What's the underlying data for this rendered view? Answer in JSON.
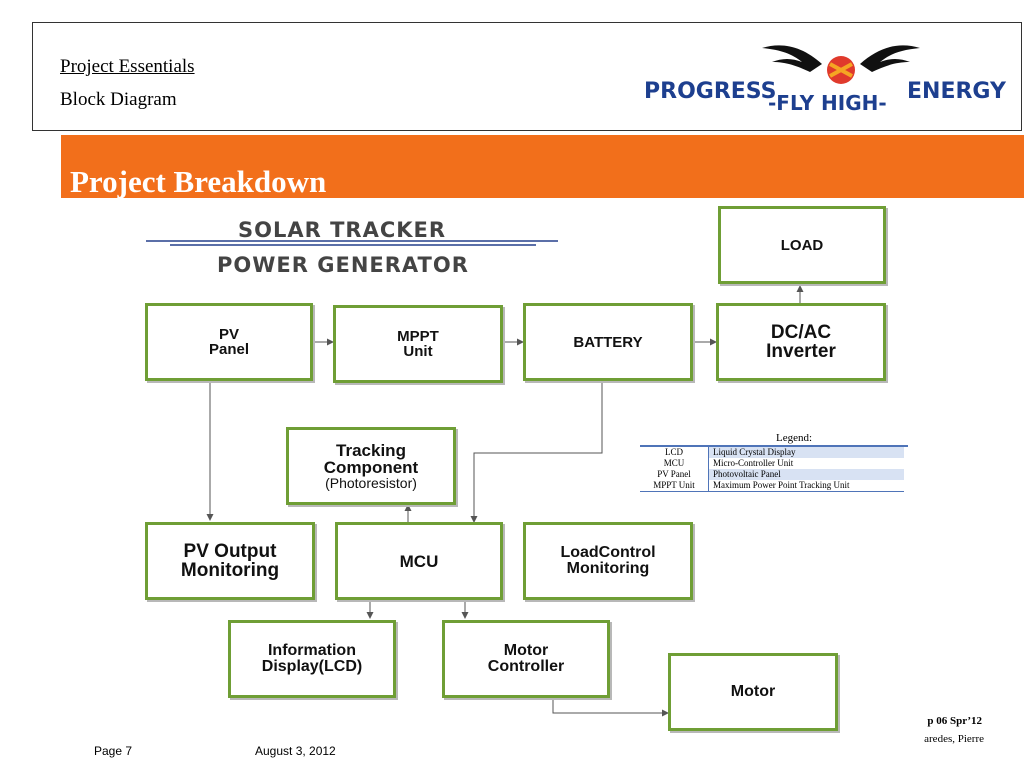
{
  "header": {
    "section_title": "Project Essentials",
    "section_subtitle": "Block Diagram",
    "logo_text_left": "PROGRESS",
    "logo_text_mid": "-FLY HIGH-",
    "logo_text_right": "ENERGY"
  },
  "banner": {
    "title": "Project Breakdown"
  },
  "diagram": {
    "title_line1": "SOLAR TRACKER",
    "title_line2": "POWER GENERATOR",
    "blocks": {
      "pv_panel": "PV\nPanel",
      "mppt_unit": "MPPT\nUnit",
      "battery": "BATTERY",
      "dcac_inverter": "DC/AC\nInverter",
      "load": "LOAD",
      "tracking_component_title": "Tracking\nComponent",
      "tracking_component_sub": "(Photoresistor)",
      "pv_output_monitoring": "PV Output\nMonitoring",
      "mcu": "MCU",
      "load_control_monitoring": "LoadControl\nMonitoring",
      "information_display": "Information\nDisplay(LCD)",
      "motor_controller": "Motor\nController",
      "motor": "Motor"
    },
    "legend": {
      "title": "Legend:",
      "rows": [
        {
          "abbr": "LCD",
          "meaning": "Liquid Crystal  Display"
        },
        {
          "abbr": "MCU",
          "meaning": "Micro-Controller  Unit"
        },
        {
          "abbr": "PV Panel",
          "meaning": "Photovoltaic Panel"
        },
        {
          "abbr": "MPPT Unit",
          "meaning": "Maximum  Power Point Tracking Unit"
        }
      ]
    }
  },
  "footer": {
    "page": "Page 7",
    "date": "August 3, 2012",
    "group": "p 06 Spr’12",
    "names": "aredes, Pierre"
  },
  "colors": {
    "banner": "#f26f1b",
    "block_border": "#6f9e35",
    "logo_blue": "#1d3f8f",
    "logo_red": "#e03a2c",
    "legend_rule": "#4f74b8"
  }
}
